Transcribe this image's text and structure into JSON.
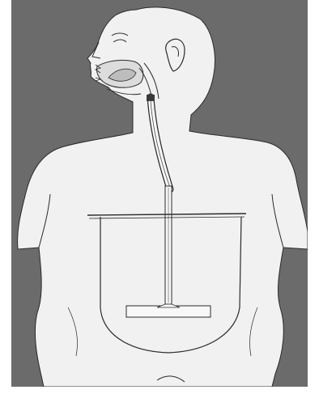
{
  "colors": {
    "background": "#6b6b6b",
    "body_fill": "#f1f1f1",
    "outline": "#2a2a2a",
    "tube": "#f8f8f8",
    "detail": "#4a4a4a"
  },
  "icons": {
    "figure": "human-torso-outline",
    "tube": "endotracheal-style-tube",
    "baffle": "t-shaped-diffuser"
  }
}
